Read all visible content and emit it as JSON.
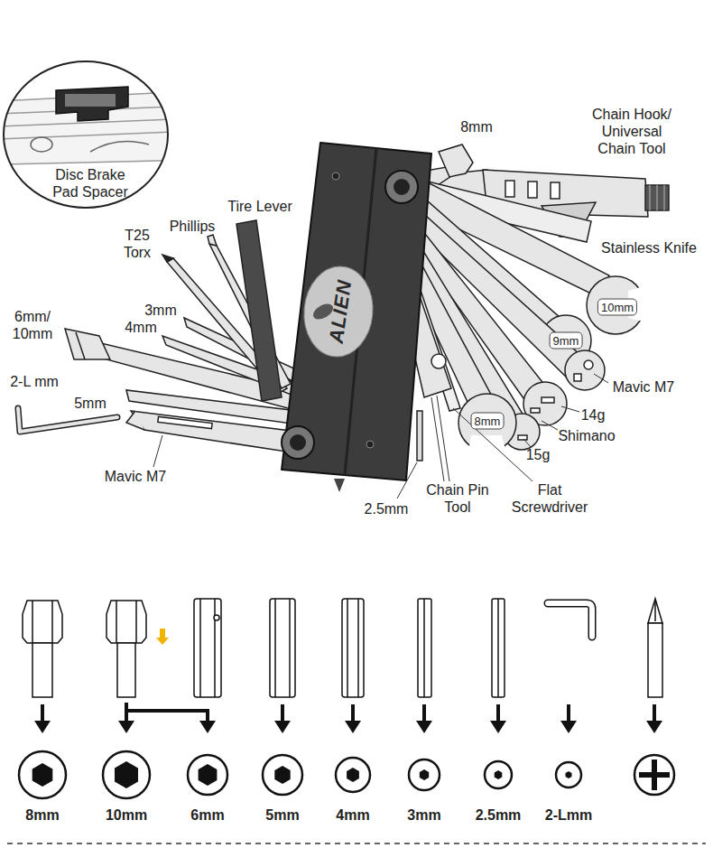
{
  "diagram": {
    "nodes": [
      {
        "text": [
          "Disc Brake Pad Spacer"
        ]
      }
    ],
    "labels": [
      "8mm",
      "Chain Hook/ Universal Chain Tool",
      "Tire Lever",
      "Phillips",
      "T25 Torx",
      "Stainless Knife",
      "ALIEN",
      "3mm",
      "4mm",
      "6mm/ 10mm",
      "10mm",
      "9mm",
      "Mavic M7",
      "2-L mm",
      "5mm",
      "14g",
      "Shimano",
      "8mm",
      "15g",
      "Mavic M7",
      "2.5mm",
      "Chain Pin Tool",
      "Flat Screwdriver",
      "8mm",
      "10mm",
      "6mm",
      "5mm",
      "4mm",
      "3mm",
      "2.5mm",
      "2-Lmm"
    ]
  }
}
